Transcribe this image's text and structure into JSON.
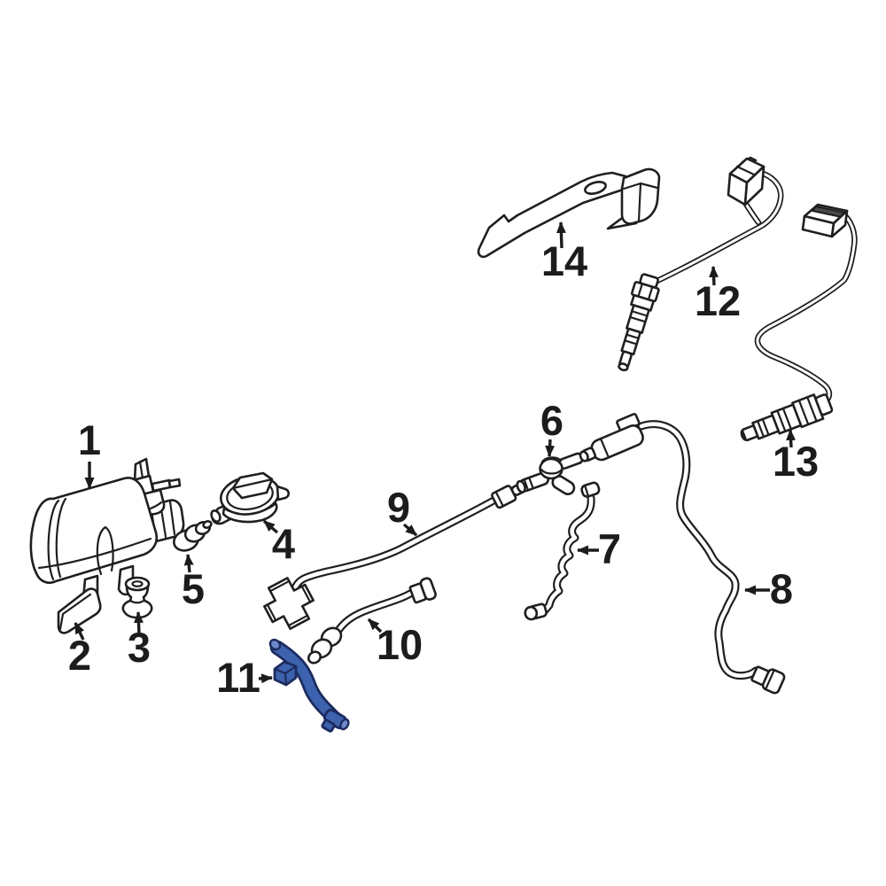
{
  "diagram": {
    "kind": "auto-parts-exploded-diagram",
    "background_color": "#ffffff",
    "line_color": "#1f1f1f",
    "label_color": "#1c1c1c",
    "highlight": {
      "part_number": "11",
      "fill": "#3d62ae",
      "outline": "#1c2b5e",
      "accent": "#6e88c8"
    },
    "parts": [
      {
        "number": "1",
        "name": "vapor-canister"
      },
      {
        "number": "2",
        "name": "canister-cover"
      },
      {
        "number": "3",
        "name": "rubber-grommet"
      },
      {
        "number": "4",
        "name": "leak-detection-pump"
      },
      {
        "number": "5",
        "name": "sealing-plug"
      },
      {
        "number": "6",
        "name": "tee-fitting-valve"
      },
      {
        "number": "7",
        "name": "short-vent-hose"
      },
      {
        "number": "8",
        "name": "long-vent-hose"
      },
      {
        "number": "9",
        "name": "vapor-tube-long"
      },
      {
        "number": "10",
        "name": "vapor-tube-short"
      },
      {
        "number": "11",
        "name": "highlighted-vapor-hose",
        "highlighted": true
      },
      {
        "number": "12",
        "name": "oxygen-sensor-upstream"
      },
      {
        "number": "13",
        "name": "oxygen-sensor-downstream"
      },
      {
        "number": "14",
        "name": "mounting-bracket"
      }
    ]
  }
}
